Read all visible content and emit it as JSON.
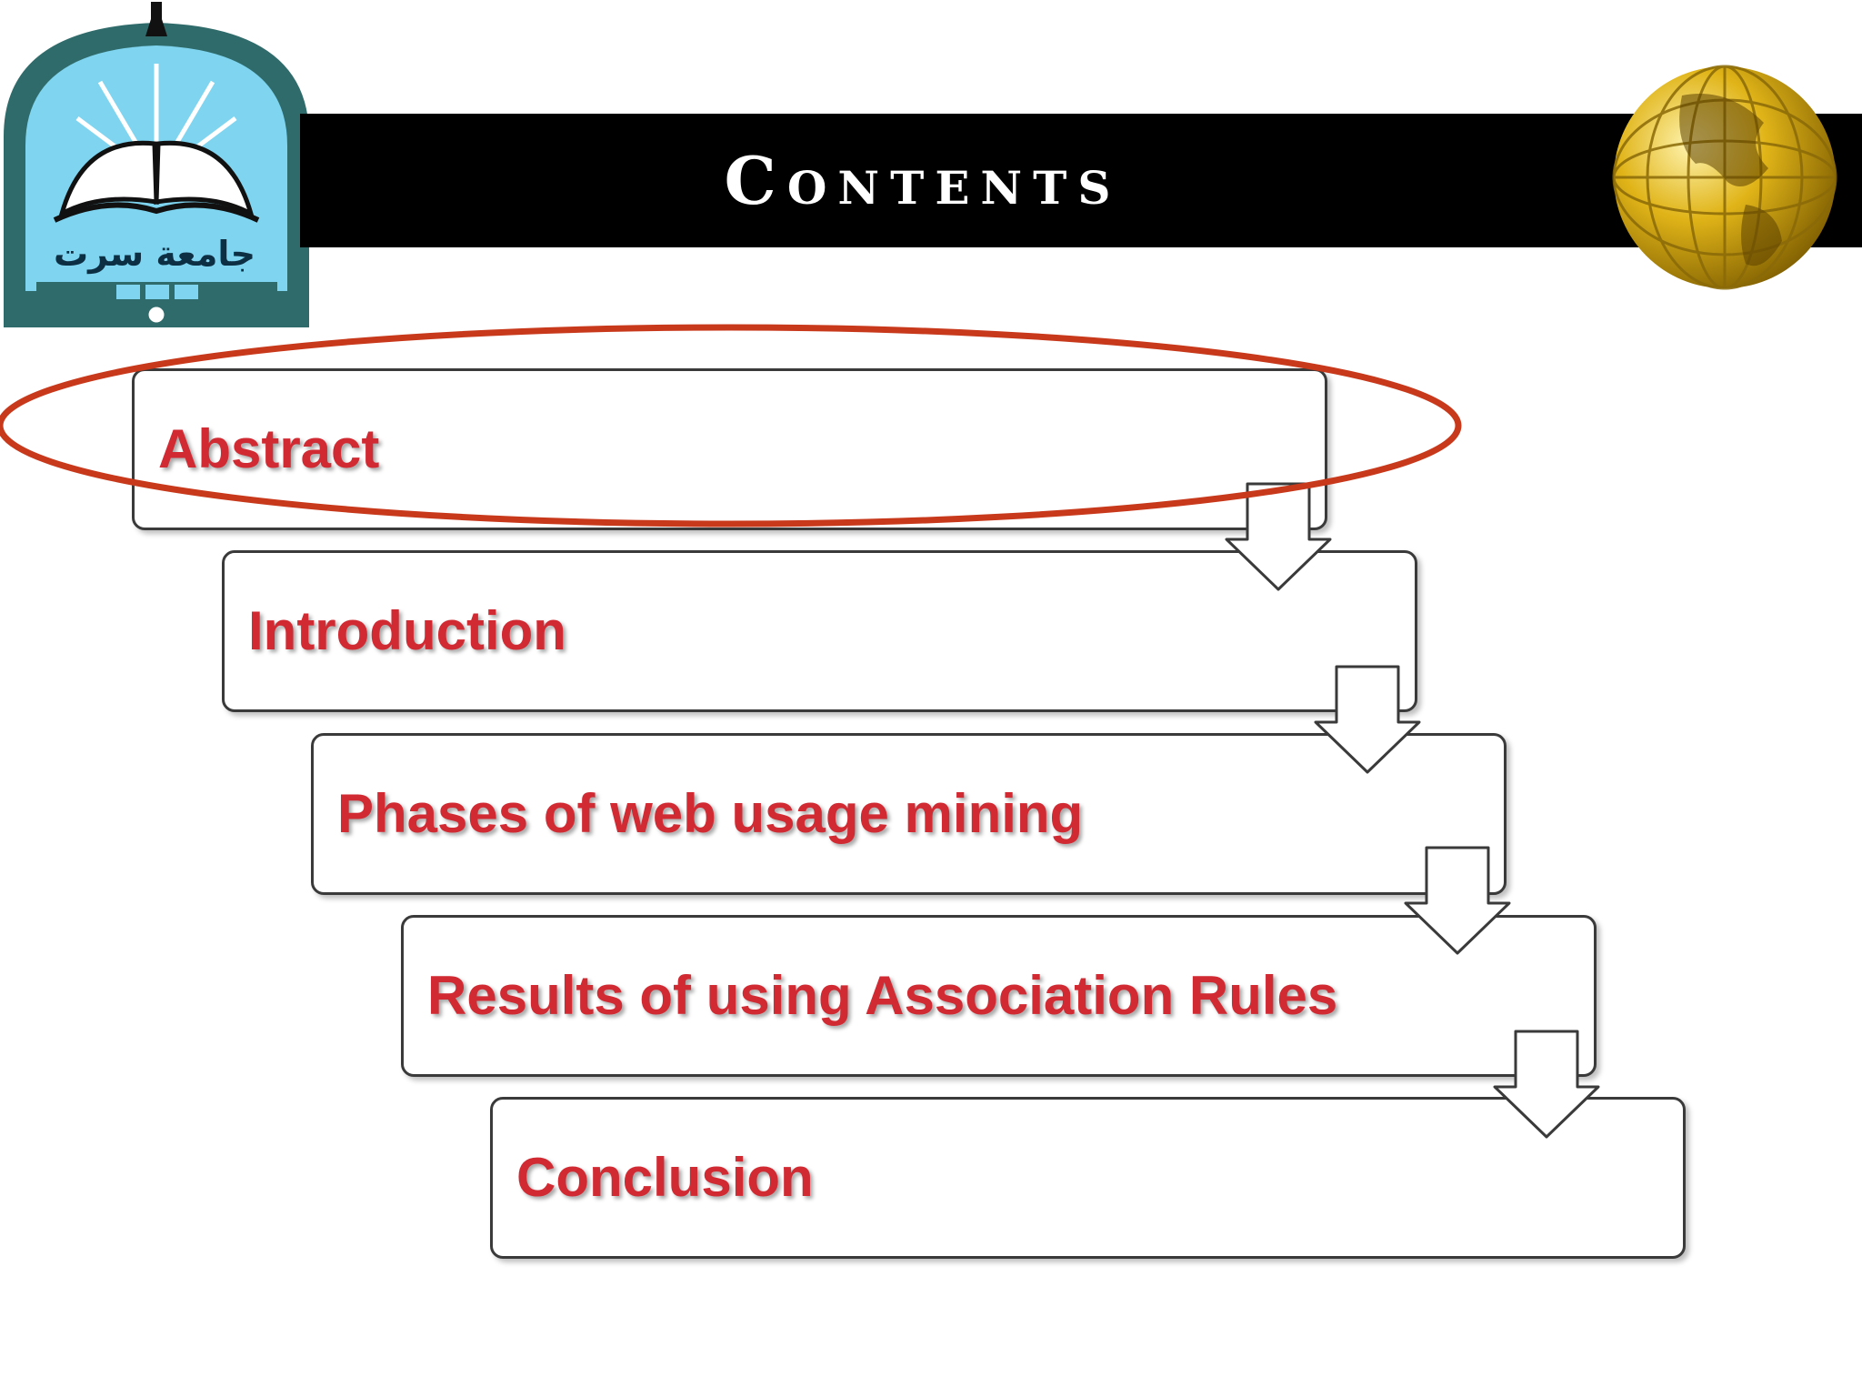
{
  "slide": {
    "title": "Contents",
    "logo_caption": "جامعة سرت"
  },
  "steps": [
    {
      "label": "Abstract"
    },
    {
      "label": "Introduction"
    },
    {
      "label": "Phases of web usage mining"
    },
    {
      "label": "Results of using Association Rules"
    },
    {
      "label": "Conclusion"
    }
  ],
  "highlight": {
    "target": "Abstract",
    "color": "#c8391c"
  },
  "colors": {
    "label_red": "#d12a33",
    "title_bar": "#000000",
    "title_text": "#ffffff"
  },
  "icons": {
    "logo": "university-logo-icon",
    "globe": "gold-globe-icon",
    "arrow": "down-arrow-icon"
  }
}
